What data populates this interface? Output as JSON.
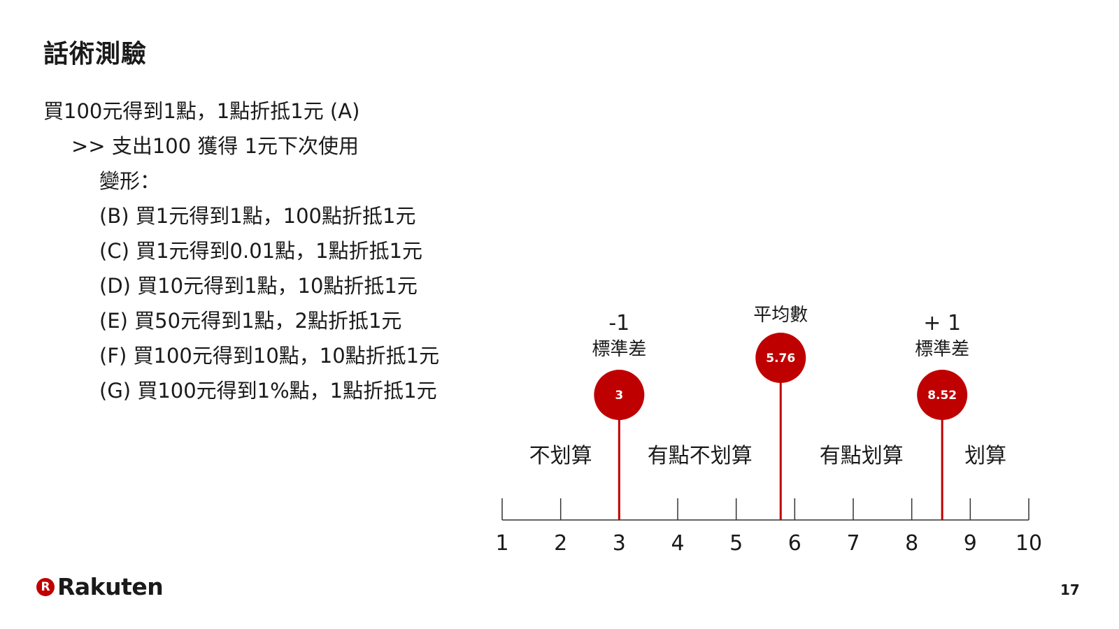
{
  "slide": {
    "title": "話術測驗",
    "intro": "買100元得到1點，1點折抵1元 (A)",
    "sub": ">> 支出100 獲得 1元下次使用",
    "variant_label": "變形：",
    "options": [
      "(B) 買1元得到1點，100點折抵1元",
      "(C) 買1元得到0.01點，1點折抵1元",
      "(D) 買10元得到1點，10點折抵1元",
      "(E) 買50元得到1點，2點折抵1元",
      "(F) 買100元得到10點，10點折抵1元",
      "(G) 買100元得到1%點，1點折抵1元"
    ],
    "page_number": "17"
  },
  "logo": {
    "mark": "R",
    "text": "Rakuten",
    "brand_color": "#bf0000"
  },
  "chart_data": {
    "type": "number-line",
    "axis": {
      "min": 1,
      "max": 10,
      "ticks": [
        1,
        2,
        3,
        4,
        5,
        6,
        7,
        8,
        9,
        10
      ]
    },
    "markers": [
      {
        "value": 3,
        "label": "3",
        "caption_top": "-1",
        "caption_bottom": "標準差"
      },
      {
        "value": 5.76,
        "label": "5.76",
        "caption_top": "",
        "caption_bottom": "平均數"
      },
      {
        "value": 8.52,
        "label": "8.52",
        "caption_top": "+ 1",
        "caption_bottom": "標準差"
      }
    ],
    "zones": [
      {
        "from": 1,
        "to": 3,
        "label": "不划算"
      },
      {
        "from": 3,
        "to": 5.76,
        "label": "有點不划算"
      },
      {
        "from": 5.76,
        "to": 8.52,
        "label": "有點划算"
      },
      {
        "from": 8.52,
        "to": 10,
        "label": "划算"
      }
    ],
    "marker_color": "#bf0000"
  }
}
